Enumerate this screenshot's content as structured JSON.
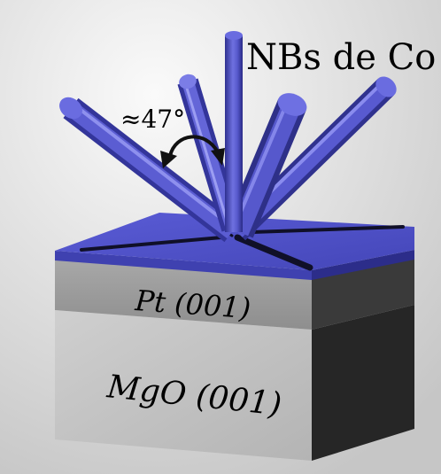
{
  "labels": {
    "title": "NBs de Co",
    "angle": "≈47°",
    "pt_layer": "Pt (001)",
    "mgo_layer": "MgO (001)"
  },
  "colors": {
    "rod": "#4d4fc4",
    "rod_dark": "#2a2b8a",
    "rod_light": "#8c8ef0",
    "top_face": "#5557d0",
    "pt_front": "#9c9c9c",
    "pt_side": "#3a3a3a",
    "mgo_front": "#c4c4c4",
    "mgo_side": "#2f2f2f",
    "background_light": "#f2f2f2",
    "background_dark": "#c8c8c8"
  },
  "icons": {
    "rotation_arrow": "curved-arrow-icon"
  }
}
